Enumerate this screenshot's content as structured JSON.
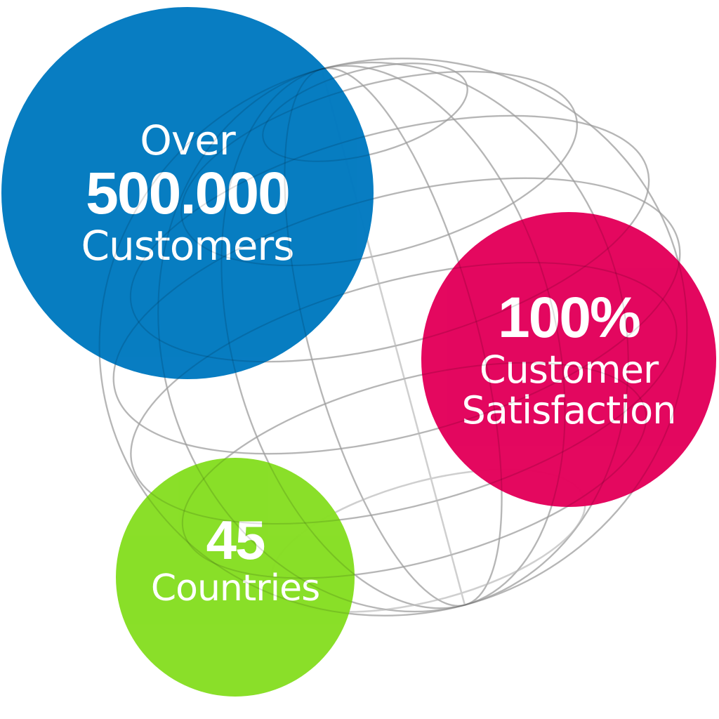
{
  "stats": [
    {
      "prefix": "Over",
      "value": "500.000",
      "label": "Customers",
      "color": "#0079c0"
    },
    {
      "value": "100%",
      "label_line1": "Customer",
      "label_line2": "Satisfaction",
      "color": "#e3005a"
    },
    {
      "value": "45",
      "label": "Countries",
      "color": "#86de22"
    }
  ],
  "background": {
    "icon": "wireframe-globe-icon",
    "line_color": "#cccccc"
  }
}
